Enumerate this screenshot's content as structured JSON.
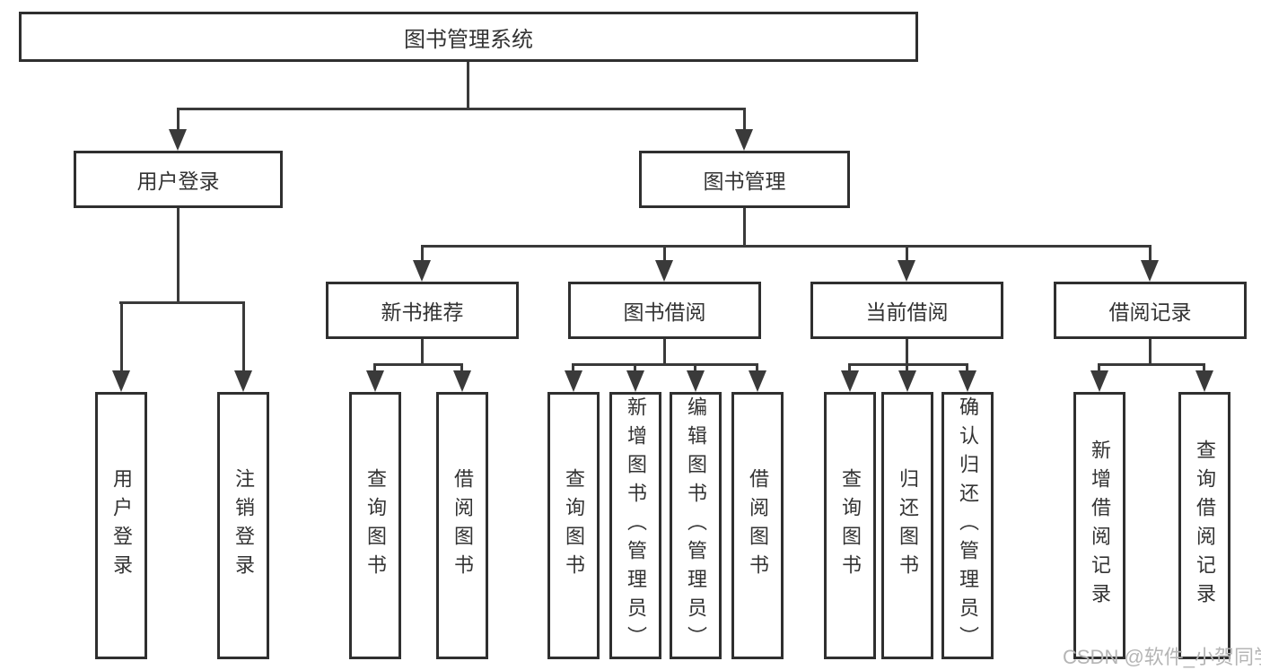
{
  "diagram": {
    "root": {
      "label": "图书管理系统"
    },
    "level2": [
      {
        "label": "用户登录"
      },
      {
        "label": "图书管理"
      }
    ],
    "level3": [
      {
        "label": "新书推荐",
        "parent": "图书管理"
      },
      {
        "label": "图书借阅",
        "parent": "图书管理"
      },
      {
        "label": "当前借阅",
        "parent": "图书管理"
      },
      {
        "label": "借阅记录",
        "parent": "图书管理"
      }
    ],
    "leaves": [
      {
        "label": "用户登录",
        "parent": "用户登录"
      },
      {
        "label": "注销登录",
        "parent": "用户登录"
      },
      {
        "label": "查询图书",
        "parent": "新书推荐"
      },
      {
        "label": "借阅图书",
        "parent": "新书推荐"
      },
      {
        "label": "查询图书",
        "parent": "图书借阅"
      },
      {
        "label": "新增图书（管理员）",
        "parent": "图书借阅"
      },
      {
        "label": "编辑图书（管理员）",
        "parent": "图书借阅"
      },
      {
        "label": "借阅图书",
        "parent": "图书借阅"
      },
      {
        "label": "查询图书",
        "parent": "当前借阅"
      },
      {
        "label": "归还图书",
        "parent": "当前借阅"
      },
      {
        "label": "确认归还（管理员）",
        "parent": "当前借阅"
      },
      {
        "label": "新增借阅记录",
        "parent": "借阅记录"
      },
      {
        "label": "查询借阅记录",
        "parent": "借阅记录"
      }
    ],
    "watermark": "CSDN @软件_小贺同学",
    "colors": {
      "line": "#3a3a3a",
      "border": "#2f2f2f",
      "text": "#333333",
      "watermark": "#b5b5b5",
      "background": "#ffffff"
    }
  }
}
